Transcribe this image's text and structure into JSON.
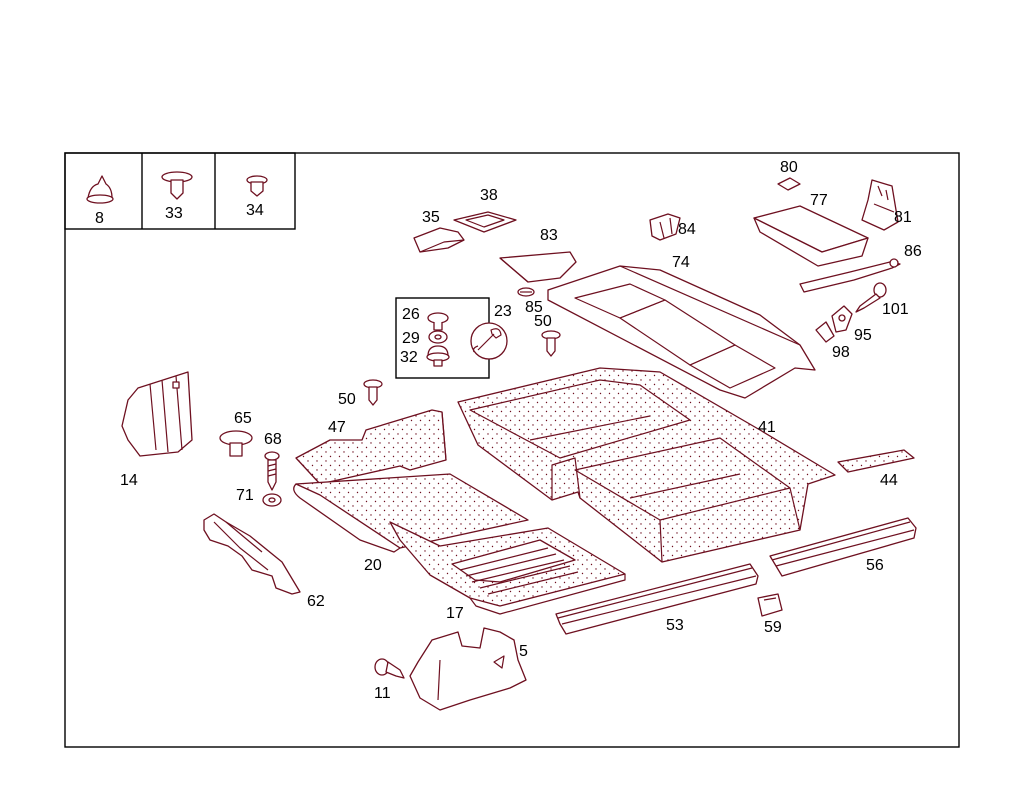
{
  "diagram": {
    "stroke_color": "#6e1020",
    "frame_color": "#000000",
    "legend_box": {
      "cells": [
        {
          "number": "8"
        },
        {
          "number": "33"
        },
        {
          "number": "34"
        }
      ]
    },
    "group_box": {
      "numbers": [
        "26",
        "29",
        "32"
      ],
      "tool_callout": "23",
      "tool_icon": "wrench-icon"
    },
    "parts": [
      {
        "id": "p14",
        "number": "14"
      },
      {
        "id": "p65",
        "number": "65"
      },
      {
        "id": "p68",
        "number": "68"
      },
      {
        "id": "p71",
        "number": "71"
      },
      {
        "id": "p62",
        "number": "62"
      },
      {
        "id": "p20",
        "number": "20"
      },
      {
        "id": "p47",
        "number": "47"
      },
      {
        "id": "p50a",
        "number": "50"
      },
      {
        "id": "p50b",
        "number": "50"
      },
      {
        "id": "p17",
        "number": "17"
      },
      {
        "id": "p5",
        "number": "5"
      },
      {
        "id": "p11",
        "number": "11"
      },
      {
        "id": "p35",
        "number": "35"
      },
      {
        "id": "p38",
        "number": "38"
      },
      {
        "id": "p83",
        "number": "83"
      },
      {
        "id": "p85",
        "number": "85"
      },
      {
        "id": "p84",
        "number": "84"
      },
      {
        "id": "p74",
        "number": "74"
      },
      {
        "id": "p80",
        "number": "80"
      },
      {
        "id": "p77",
        "number": "77"
      },
      {
        "id": "p81",
        "number": "81"
      },
      {
        "id": "p86",
        "number": "86"
      },
      {
        "id": "p101",
        "number": "101"
      },
      {
        "id": "p95",
        "number": "95"
      },
      {
        "id": "p98",
        "number": "98"
      },
      {
        "id": "p41",
        "number": "41"
      },
      {
        "id": "p44",
        "number": "44"
      },
      {
        "id": "p56",
        "number": "56"
      },
      {
        "id": "p53",
        "number": "53"
      },
      {
        "id": "p59",
        "number": "59"
      }
    ]
  }
}
